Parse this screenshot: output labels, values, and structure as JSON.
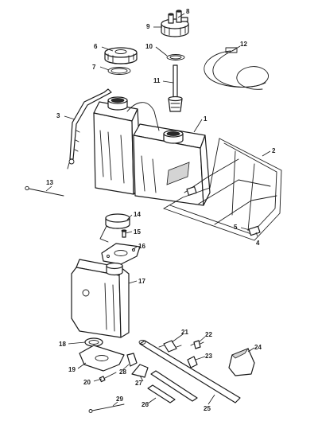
{
  "diagram": {
    "callouts": [
      {
        "label": "1"
      },
      {
        "label": "2"
      },
      {
        "label": "3"
      },
      {
        "label": "4"
      },
      {
        "label": "5"
      },
      {
        "label": "6"
      },
      {
        "label": "7"
      },
      {
        "label": "8"
      },
      {
        "label": "9"
      },
      {
        "label": "10"
      },
      {
        "label": "11"
      },
      {
        "label": "12"
      },
      {
        "label": "13"
      },
      {
        "label": "14"
      },
      {
        "label": "15"
      },
      {
        "label": "16"
      },
      {
        "label": "17"
      },
      {
        "label": "18"
      },
      {
        "label": "19"
      },
      {
        "label": "20"
      },
      {
        "label": "21"
      },
      {
        "label": "22"
      },
      {
        "label": "23"
      },
      {
        "label": "24"
      },
      {
        "label": "25"
      },
      {
        "label": "26"
      },
      {
        "label": "27"
      },
      {
        "label": "28"
      },
      {
        "label": "29"
      }
    ]
  }
}
